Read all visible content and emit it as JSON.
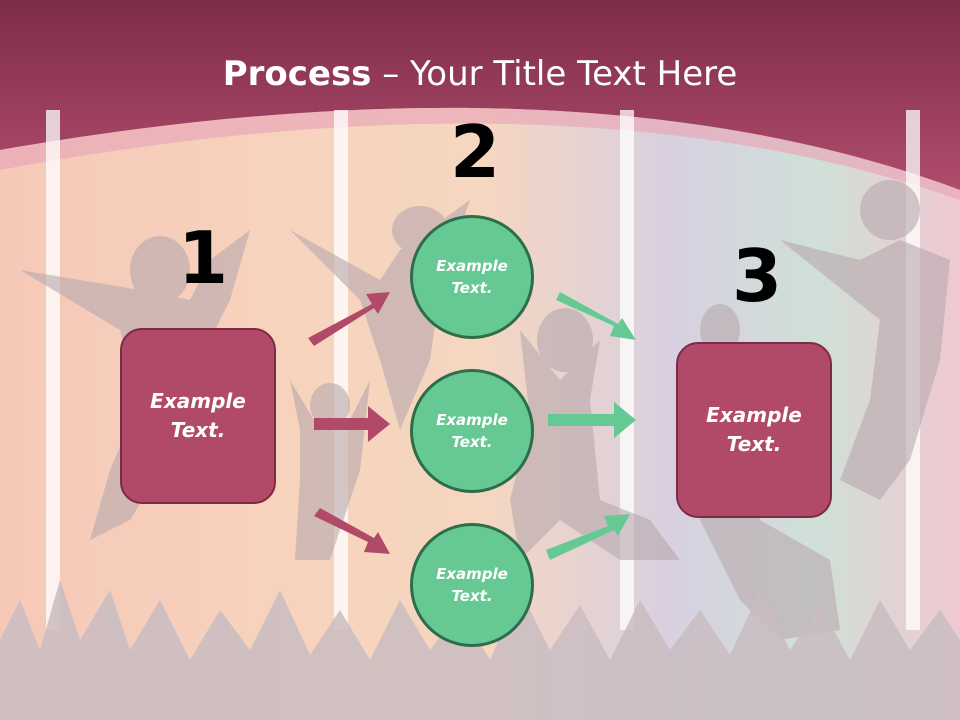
{
  "title": {
    "bold": "Process",
    "rest": " – Your Title Text Here"
  },
  "steps": [
    {
      "number": "1"
    },
    {
      "number": "2"
    },
    {
      "number": "3"
    }
  ],
  "boxes": [
    {
      "text": "Example\nText."
    },
    {
      "text": "Example\nText."
    }
  ],
  "circles": [
    {
      "text": "Example\nText."
    },
    {
      "text": "Example\nText."
    },
    {
      "text": "Example\nText."
    }
  ],
  "colors": {
    "header": "#9e3a5e",
    "box": "#b14a68",
    "circle": "#66c993",
    "arrow_left": "#b14a68",
    "arrow_right": "#66c993"
  }
}
